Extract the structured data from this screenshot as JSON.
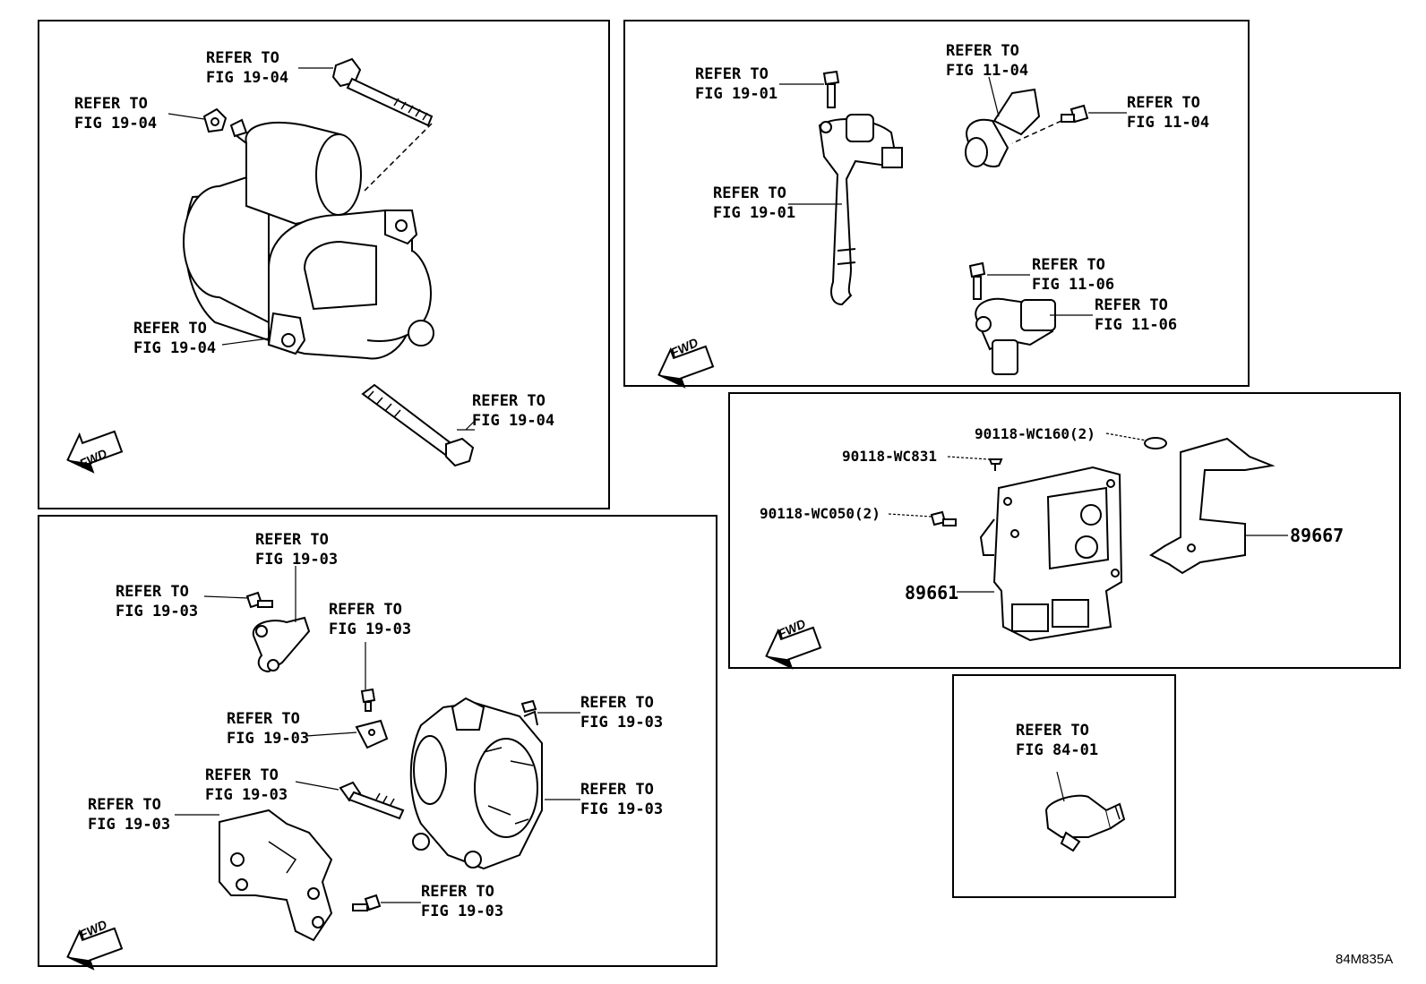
{
  "panels": {
    "starter": {
      "callouts": [
        {
          "line1": "REFER TO",
          "line2": "FIG 19-04"
        },
        {
          "line1": "REFER TO",
          "line2": "FIG 19-04"
        },
        {
          "line1": "REFER TO",
          "line2": "FIG 19-04"
        },
        {
          "line1": "REFER TO",
          "line2": "FIG 19-04"
        }
      ]
    },
    "ignition": {
      "callouts": [
        {
          "line1": "REFER TO",
          "line2": "FIG 19-01"
        },
        {
          "line1": "REFER TO",
          "line2": "FIG 19-01"
        },
        {
          "line1": "REFER TO",
          "line2": "FIG 11-04"
        },
        {
          "line1": "REFER TO",
          "line2": "FIG 11-04"
        },
        {
          "line1": "REFER TO",
          "line2": "FIG 11-06"
        },
        {
          "line1": "REFER TO",
          "line2": "FIG 11-06"
        }
      ]
    },
    "alternator": {
      "callouts": [
        {
          "line1": "REFER TO",
          "line2": "FIG 19-03"
        },
        {
          "line1": "REFER TO",
          "line2": "FIG 19-03"
        },
        {
          "line1": "REFER TO",
          "line2": "FIG 19-03"
        },
        {
          "line1": "REFER TO",
          "line2": "FIG 19-03"
        },
        {
          "line1": "REFER TO",
          "line2": "FIG 19-03"
        },
        {
          "line1": "REFER TO",
          "line2": "FIG 19-03"
        },
        {
          "line1": "REFER TO",
          "line2": "FIG 19-03"
        },
        {
          "line1": "REFER TO",
          "line2": "FIG 19-03"
        },
        {
          "line1": "REFER TO",
          "line2": "FIG 19-03"
        }
      ]
    },
    "ecu": {
      "parts": {
        "screw_wc160": "90118-WC160(2)",
        "screw_wc831": "90118-WC831",
        "screw_wc050": "90118-WC050(2)",
        "ecu": "89661",
        "bracket": "89667"
      }
    },
    "switch": {
      "callouts": [
        {
          "line1": "REFER TO",
          "line2": "FIG 84-01"
        }
      ]
    }
  },
  "fwd_label": "FWD",
  "diagram_code": "84M835A"
}
